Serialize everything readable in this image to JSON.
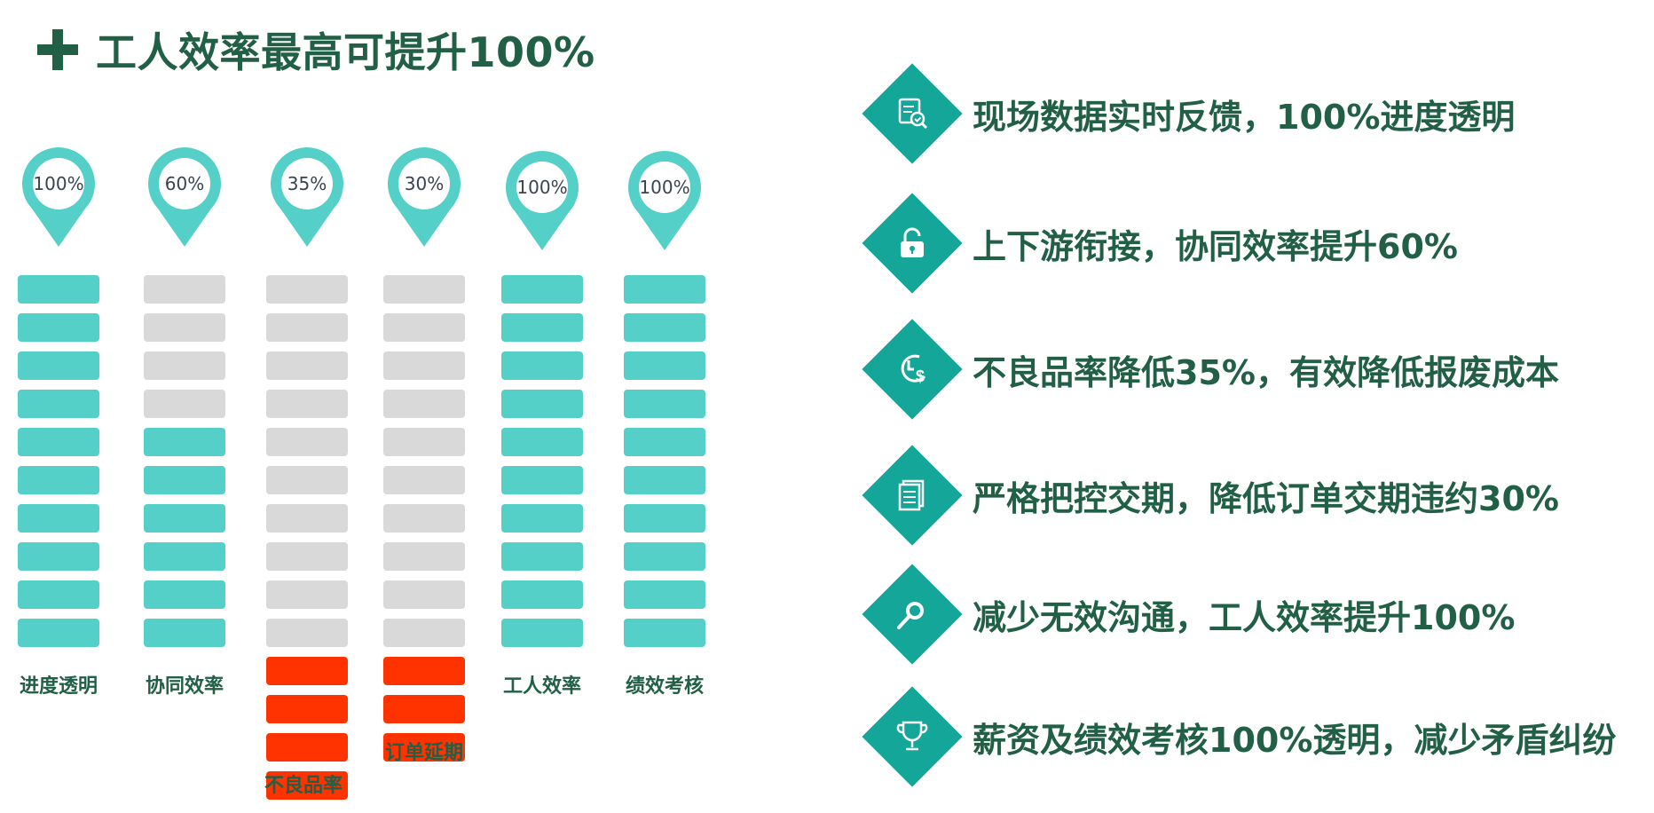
{
  "title": "工人效率最高可提升100%",
  "chart_data": {
    "type": "bar",
    "categories": [
      "进度透明",
      "协同效率",
      "不良品率",
      "订单延期",
      "工人效率",
      "绩效考核"
    ],
    "values": [
      100,
      60,
      35,
      30,
      100,
      100
    ],
    "value_labels": [
      "100%",
      "60%",
      "35%",
      "30%",
      "100%",
      "100%"
    ],
    "segments_per_column": 10,
    "colors": {
      "filled": "#55d0c8",
      "empty": "#d9d9d9",
      "negative": "#ff3300",
      "pin": "#55d0c8"
    }
  },
  "features": [
    {
      "icon": "data-search-icon",
      "text": "现场数据实时反馈，100%进度透明"
    },
    {
      "icon": "unlock-icon",
      "text": "上下游衔接，协同效率提升60%"
    },
    {
      "icon": "cost-clock-icon",
      "text": "不良品率降低35%，有效降低报废成本"
    },
    {
      "icon": "documents-icon",
      "text": "严格把控交期，降低订单交期违约30%"
    },
    {
      "icon": "magnifier-icon",
      "text": "减少无效沟通，工人效率提升100%"
    },
    {
      "icon": "trophy-icon",
      "text": "薪资及绩效考核100%透明，减少矛盾纠纷"
    }
  ]
}
